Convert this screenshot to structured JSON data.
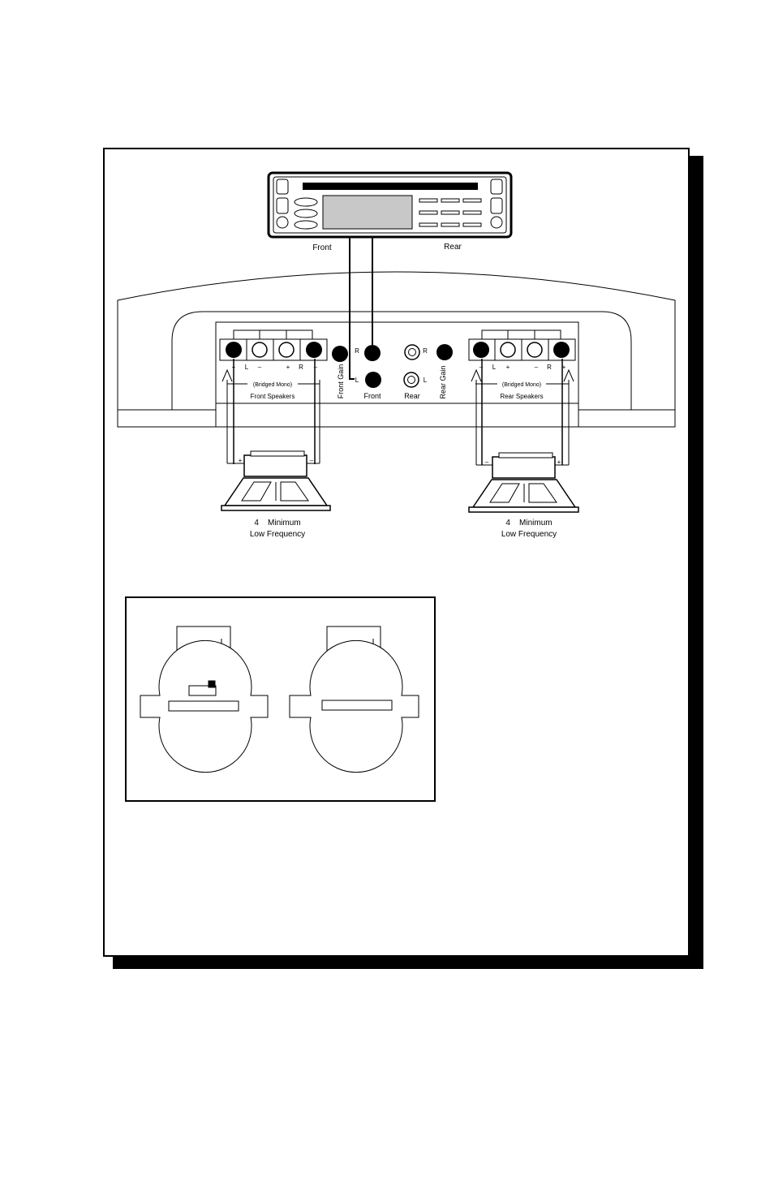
{
  "head_unit": {
    "front_label": "Front",
    "rear_label": "Rear"
  },
  "amplifier": {
    "front_terminals": {
      "plus1": "+",
      "l": "L",
      "minus1": "–",
      "plus2": "+",
      "r": "R",
      "minus2": "–",
      "bridged": "(Bridged Mono)",
      "caption": "Front Speakers"
    },
    "rear_terminals": {
      "minus1": "–",
      "l": "L",
      "plus1": "+",
      "minus2": "–",
      "r": "R",
      "plus2": "+",
      "bridged": "(Bridged Mono)",
      "caption": "Rear Speakers"
    },
    "front_gain": "Front Gain",
    "rear_gain": "Rear Gain",
    "front_inputs": {
      "r": "R",
      "l": "L",
      "caption": "Front"
    },
    "rear_inputs": {
      "r": "R",
      "l": "L",
      "caption": "Rear"
    }
  },
  "speakers": {
    "left": {
      "plus": "+",
      "minus": "–",
      "line1": "4    Minimum",
      "line2": "Low Frequency"
    },
    "right": {
      "minus": "–",
      "plus": "+",
      "line1": "4    Minimum",
      "line2": "Low Frequency"
    }
  }
}
